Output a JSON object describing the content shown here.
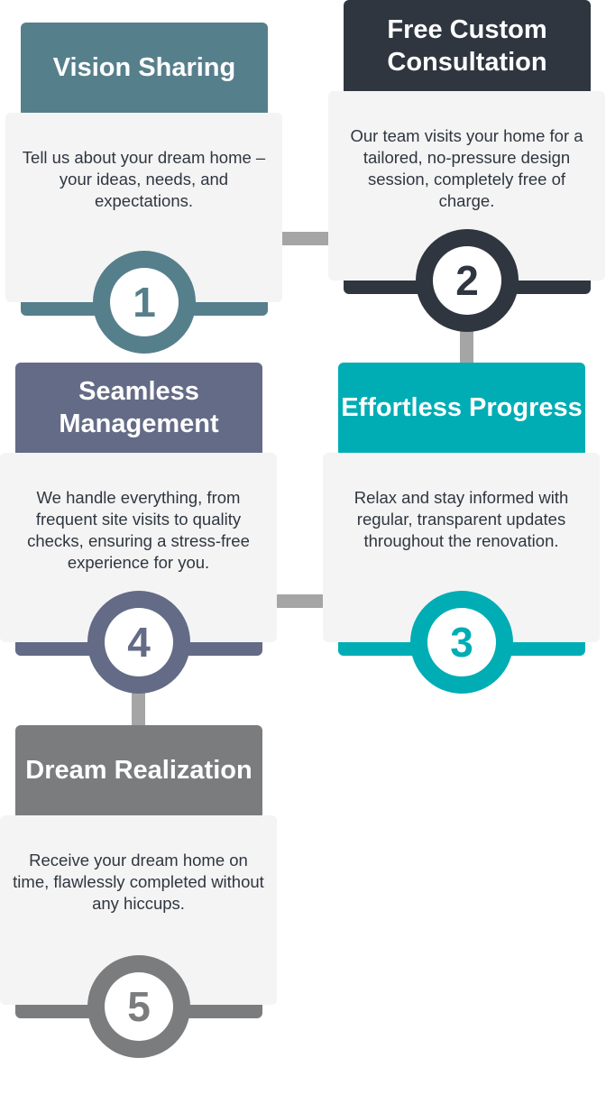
{
  "colors": {
    "step1": "#567f8c",
    "step2": "#2f3640",
    "step3": "#00adb5",
    "step4": "#636b86",
    "step5": "#7b7c7e",
    "card": "#f4f4f4",
    "connector": "#a5a5a6"
  },
  "steps": [
    {
      "number": "1",
      "title": "Vision Sharing",
      "text": "Tell us about your dream home – your ideas, needs, and expectations."
    },
    {
      "number": "2",
      "title": "Free Custom Consultation",
      "text": "Our team visits your home for a tailored, no-pressure design session, completely free of charge."
    },
    {
      "number": "3",
      "title": "Effortless Progress",
      "text": "Relax and stay informed with regular, transparent updates throughout the renovation."
    },
    {
      "number": "4",
      "title": "Seamless Management",
      "text": "We handle everything, from frequent site visits to quality checks, ensuring a stress-free experience for you."
    },
    {
      "number": "5",
      "title": "Dream Realization",
      "text": "Receive your dream home on time, flawlessly completed without any hiccups."
    }
  ]
}
